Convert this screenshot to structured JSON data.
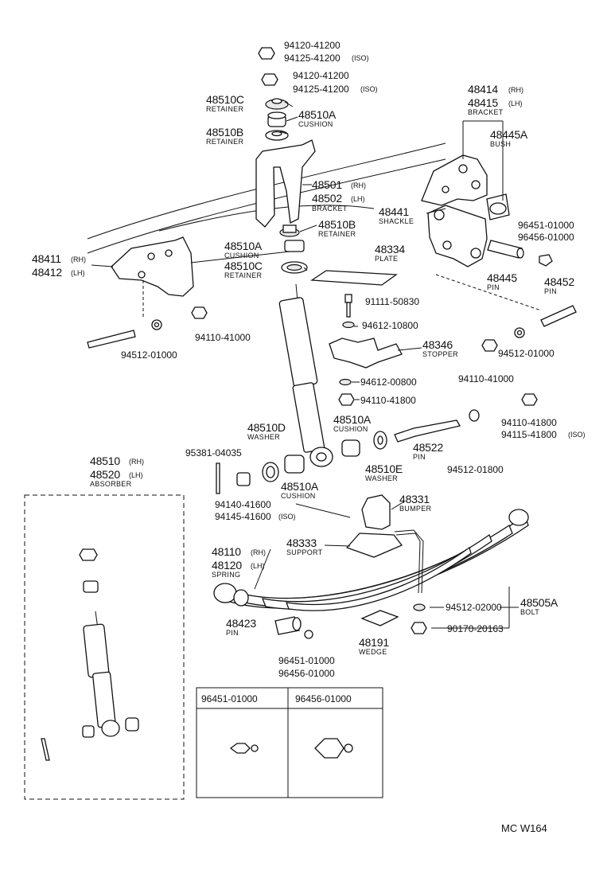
{
  "diagram_ref": "MC  W164",
  "callouts": {
    "nut_top1": {
      "pn1": "94120-41200",
      "pn2": "94125-41200",
      "iso": "(ISO)"
    },
    "nut_top2": {
      "pn1": "94120-41200",
      "pn2": "94125-41200",
      "iso": "(ISO)"
    },
    "retainer_c_top": {
      "pn": "48510C",
      "name": "RETAINER"
    },
    "cushion_a_top": {
      "pn": "48510A",
      "name": "CUSHION"
    },
    "retainer_b_top": {
      "pn": "48510B",
      "name": "RETAINER"
    },
    "bracket_upper": {
      "pn_rh": "48501",
      "rh": "(RH)",
      "pn_lh": "48502",
      "lh": "(LH)",
      "name": "BRACKET"
    },
    "retainer_b_mid": {
      "pn": "48510B",
      "name": "RETAINER"
    },
    "cushion_a_mid": {
      "pn": "48510A",
      "name": "CUSHION"
    },
    "retainer_c_mid": {
      "pn": "48510C",
      "name": "RETAINER"
    },
    "bracket_rear": {
      "pn_rh": "48414",
      "rh": "(RH)",
      "pn_lh": "48415",
      "lh": "(LH)",
      "name": "BRACKET"
    },
    "bush": {
      "pn": "48445A",
      "name": "BUSH"
    },
    "shackle": {
      "pn": "48441",
      "name": "SHACKLE"
    },
    "grease_top": {
      "pn1": "96451-01000",
      "pn2": "96456-01000"
    },
    "pin_shackle": {
      "pn": "48445",
      "name": "PIN"
    },
    "pin_452": {
      "pn": "48452",
      "name": "PIN"
    },
    "bracket_front": {
      "pn_rh": "48411",
      "rh": "(RH)",
      "pn_lh": "48412",
      "lh": "(LH)"
    },
    "plate": {
      "pn": "48334",
      "name": "PLATE"
    },
    "bolt_91111": {
      "pn": "91111-50830"
    },
    "washer_94612_1": {
      "pn": "94612-10800"
    },
    "stopper": {
      "pn": "48346",
      "name": "STOPPER"
    },
    "washer_94612_2": {
      "pn": "94612-00800"
    },
    "nut_94110_418a": {
      "pn": "94110-41800"
    },
    "nut_94110_410_left": {
      "pn": "94110-41000"
    },
    "washer_94512_010_left": {
      "pn": "94512-01000"
    },
    "washer_94512_010_right": {
      "pn": "94512-01000"
    },
    "nut_94110_410_right": {
      "pn": "94110-41000"
    },
    "nut_94110_418b": {
      "pn1": "94110-41800",
      "pn2": "94115-41800",
      "iso": "(ISO)"
    },
    "washer_d": {
      "pn": "48510D",
      "name": "WASHER"
    },
    "cushion_a_low1": {
      "pn": "48510A",
      "name": "CUSHION"
    },
    "pin_522": {
      "pn": "48522",
      "name": "PIN"
    },
    "washer_e": {
      "pn": "48510E",
      "name": "WASHER"
    },
    "washer_94512_018": {
      "pn": "94512-01800"
    },
    "bolt_95381": {
      "pn": "95381-04035"
    },
    "nut_94140": {
      "pn1": "94140-41600",
      "pn2": "94145-41600",
      "iso": "(ISO)"
    },
    "cushion_a_low2": {
      "pn": "48510A",
      "name": "CUSHION"
    },
    "absorber": {
      "pn_rh": "48510",
      "rh": "(RH)",
      "pn_lh": "48520",
      "lh": "(LH)",
      "name": "ABSORBER"
    },
    "bumper": {
      "pn": "48331",
      "name": "BUMPER"
    },
    "support": {
      "pn": "48333",
      "name": "SUPPORT"
    },
    "spring": {
      "pn_rh": "48110",
      "rh": "(RH)",
      "pn_lh": "48120",
      "lh": "(LH)",
      "name": "SPRING"
    },
    "washer_94512_020": {
      "pn": "94512-02000"
    },
    "ubolt": {
      "pn": "48505A",
      "name": "BOLT"
    },
    "nut_90170": {
      "pn": "90170-20163"
    },
    "pin_423": {
      "pn": "48423",
      "name": "PIN"
    },
    "wedge": {
      "pn": "48191",
      "name": "WEDGE"
    },
    "grease_bottom": {
      "pn1": "96451-01000",
      "pn2": "96456-01000"
    }
  },
  "inset_table": {
    "col1": "96451-01000",
    "col2": "96456-01000"
  }
}
